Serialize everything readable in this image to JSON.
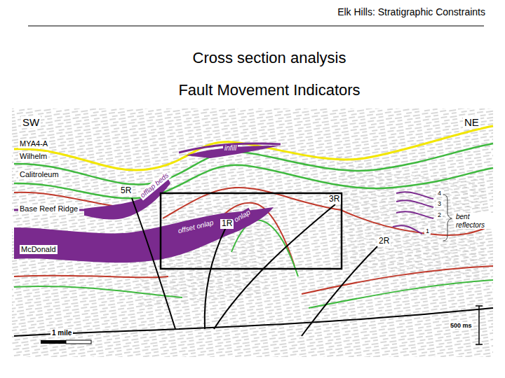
{
  "diagram": {
    "title": "Cross section analysis Fault Movement Indicators",
    "labels": [
      "Elk Hills: Stratigraphic Constraints",
      "SW",
      "NE",
      "MYA4-A",
      "Wilhelm",
      "Calitroleum",
      "infill",
      "5R",
      "offlap beds",
      "3R",
      "4",
      "3",
      "2",
      "1R",
      "bent reflectors",
      "Base Reef Ridge",
      "offset onlap",
      "onlap",
      "1",
      "2R",
      "McDonald",
      "1 mile",
      "500 ms"
    ]
  }
}
